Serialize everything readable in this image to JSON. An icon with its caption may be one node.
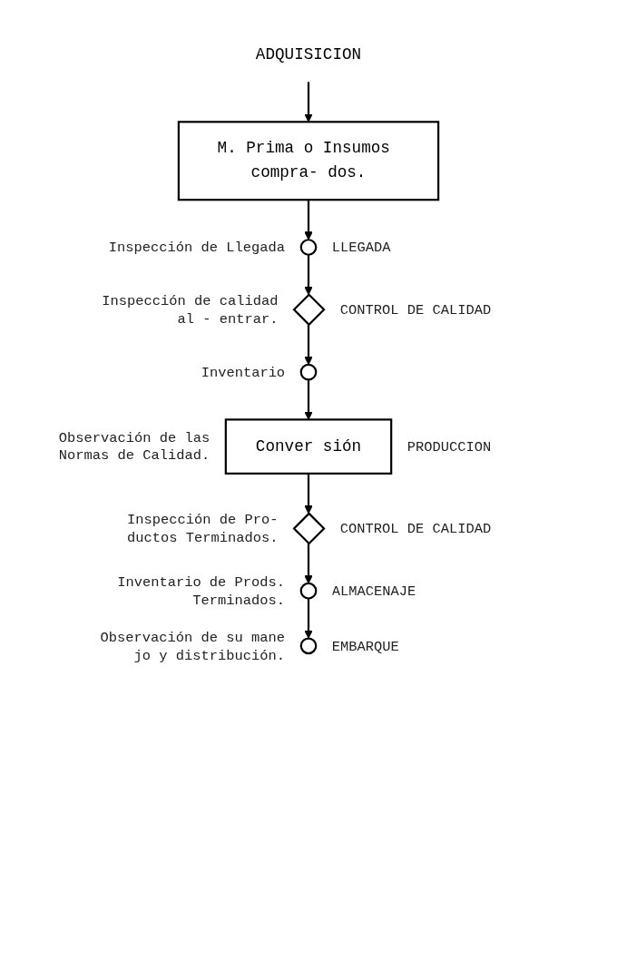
{
  "diagram": {
    "nodes": [
      {
        "text": [
          "M. Prima o Insumos compra- dos."
        ]
      },
      {
        "text": [
          "ADQUISICION"
        ]
      },
      {
        "text": [],
        "shape": "circle",
        "beside": [
          "Inspección de Llegada",
          "LLEGADA"
        ]
      },
      {
        "text": [],
        "shape": "diamond",
        "beside": [
          "Inspección de calidad al - entrar.",
          "CONTROL DE CALIDAD"
        ]
      },
      {
        "text": [],
        "shape": "circle",
        "beside": [
          "Inventario"
        ]
      },
      {
        "text": [
          "Conver sión"
        ],
        "beside": [
          "Observación de las Normas de Calidad.",
          "PRODUCCION"
        ]
      },
      {
        "text": [],
        "shape": "diamond",
        "beside": [
          "Inspección de Pro- ductos Terminados.",
          "CONTROL DE CALIDAD"
        ]
      },
      {
        "text": [],
        "shape": "circle",
        "beside": [
          "Inventario de Prods. Terminados.",
          "ALMACENAJE"
        ]
      },
      {
        "text": [],
        "shape": "circle",
        "beside": [
          "Observación de su mane jo y distribución.",
          "EMBARQUE"
        ]
      }
    ],
    "edges": [
      {
        "from": 1,
        "to": 0,
        "arrow": "to"
      },
      {
        "from": 0,
        "to": 2,
        "arrow": "to"
      },
      {
        "from": 2,
        "to": 3,
        "arrow": "to"
      },
      {
        "from": 3,
        "to": 4,
        "arrow": "to"
      },
      {
        "from": 4,
        "to": 5,
        "arrow": "to"
      },
      {
        "from": 5,
        "to": 6,
        "arrow": "to"
      },
      {
        "from": 6,
        "to": 7,
        "arrow": "to"
      },
      {
        "from": 7,
        "to": 8,
        "arrow": "to"
      }
    ]
  }
}
